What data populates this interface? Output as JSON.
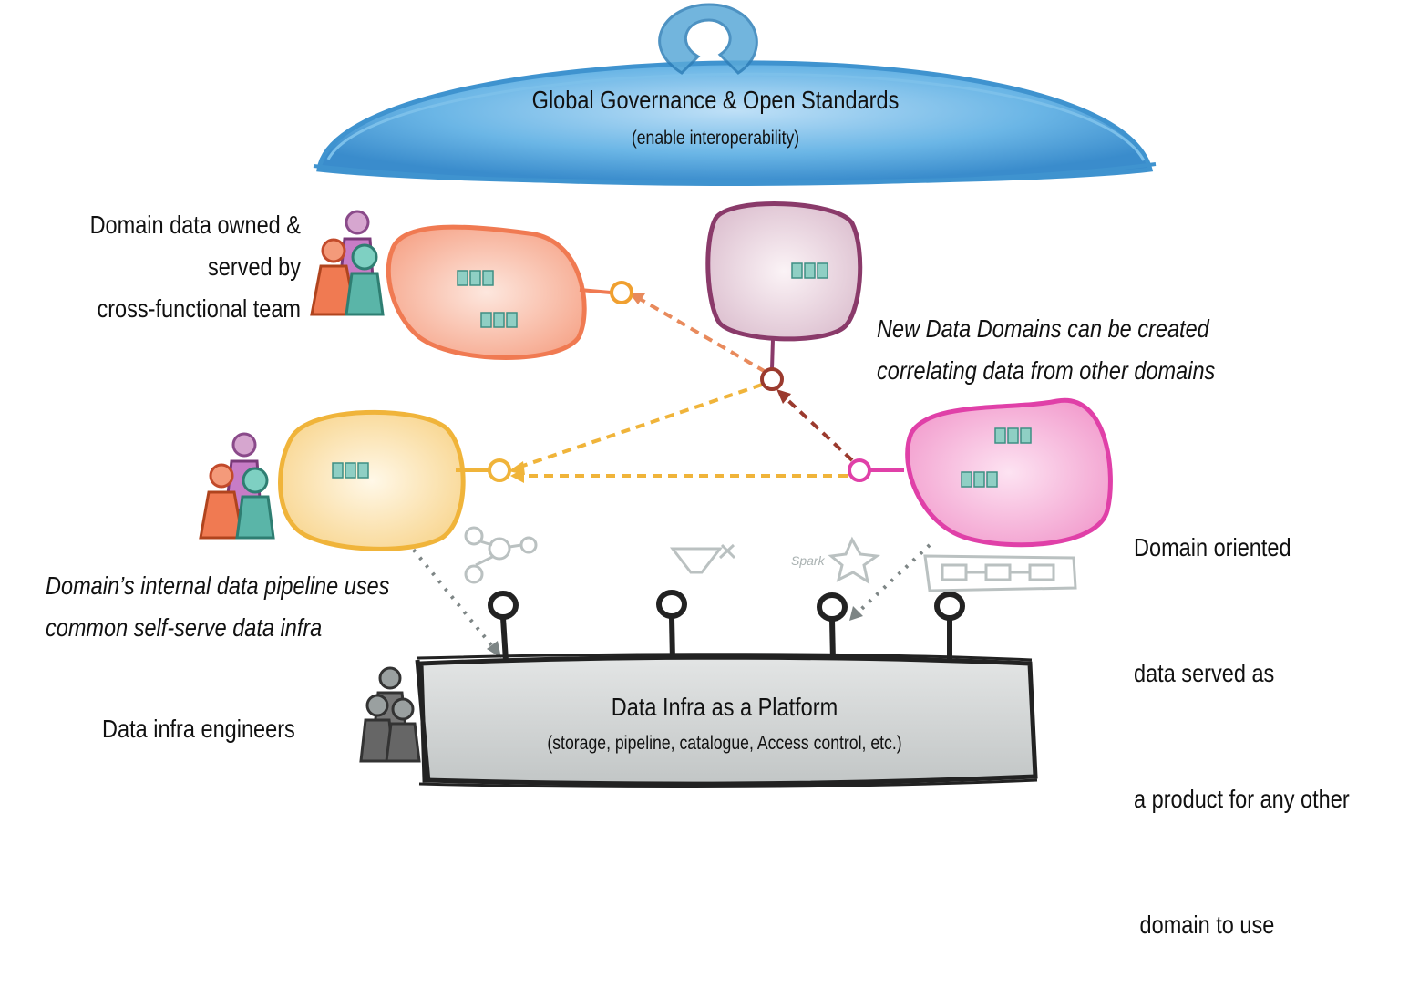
{
  "governance": {
    "title": "Global Governance & Open Standards",
    "subtitle": "(enable interoperability)"
  },
  "labels": {
    "domain_team": [
      "Domain data owned &",
      "served by",
      "cross-functional team"
    ],
    "new_domains": [
      "New Data Domains can be created",
      "correlating data from other domains"
    ],
    "domain_product": [
      "Domain oriented",
      "data served as",
      "a product for any other",
      " domain to use"
    ],
    "pipeline": [
      "Domain’s internal data pipeline uses",
      "common self-serve data infra"
    ],
    "infra_engineers": "Data infra engineers",
    "spark": "Spark"
  },
  "platform": {
    "title": "Data Infra as a Platform",
    "subtitle": "(storage, pipeline, catalogue, Access control, etc.)"
  },
  "colors": {
    "governance_blue": "#4a9fd8",
    "domain_orange": "#f07a52",
    "domain_purple": "#8a3a6a",
    "domain_yellow": "#f0b43a",
    "domain_pink": "#e040a8",
    "platform_gray": "#c9cccc",
    "node_teal": "#5ab5a8"
  }
}
